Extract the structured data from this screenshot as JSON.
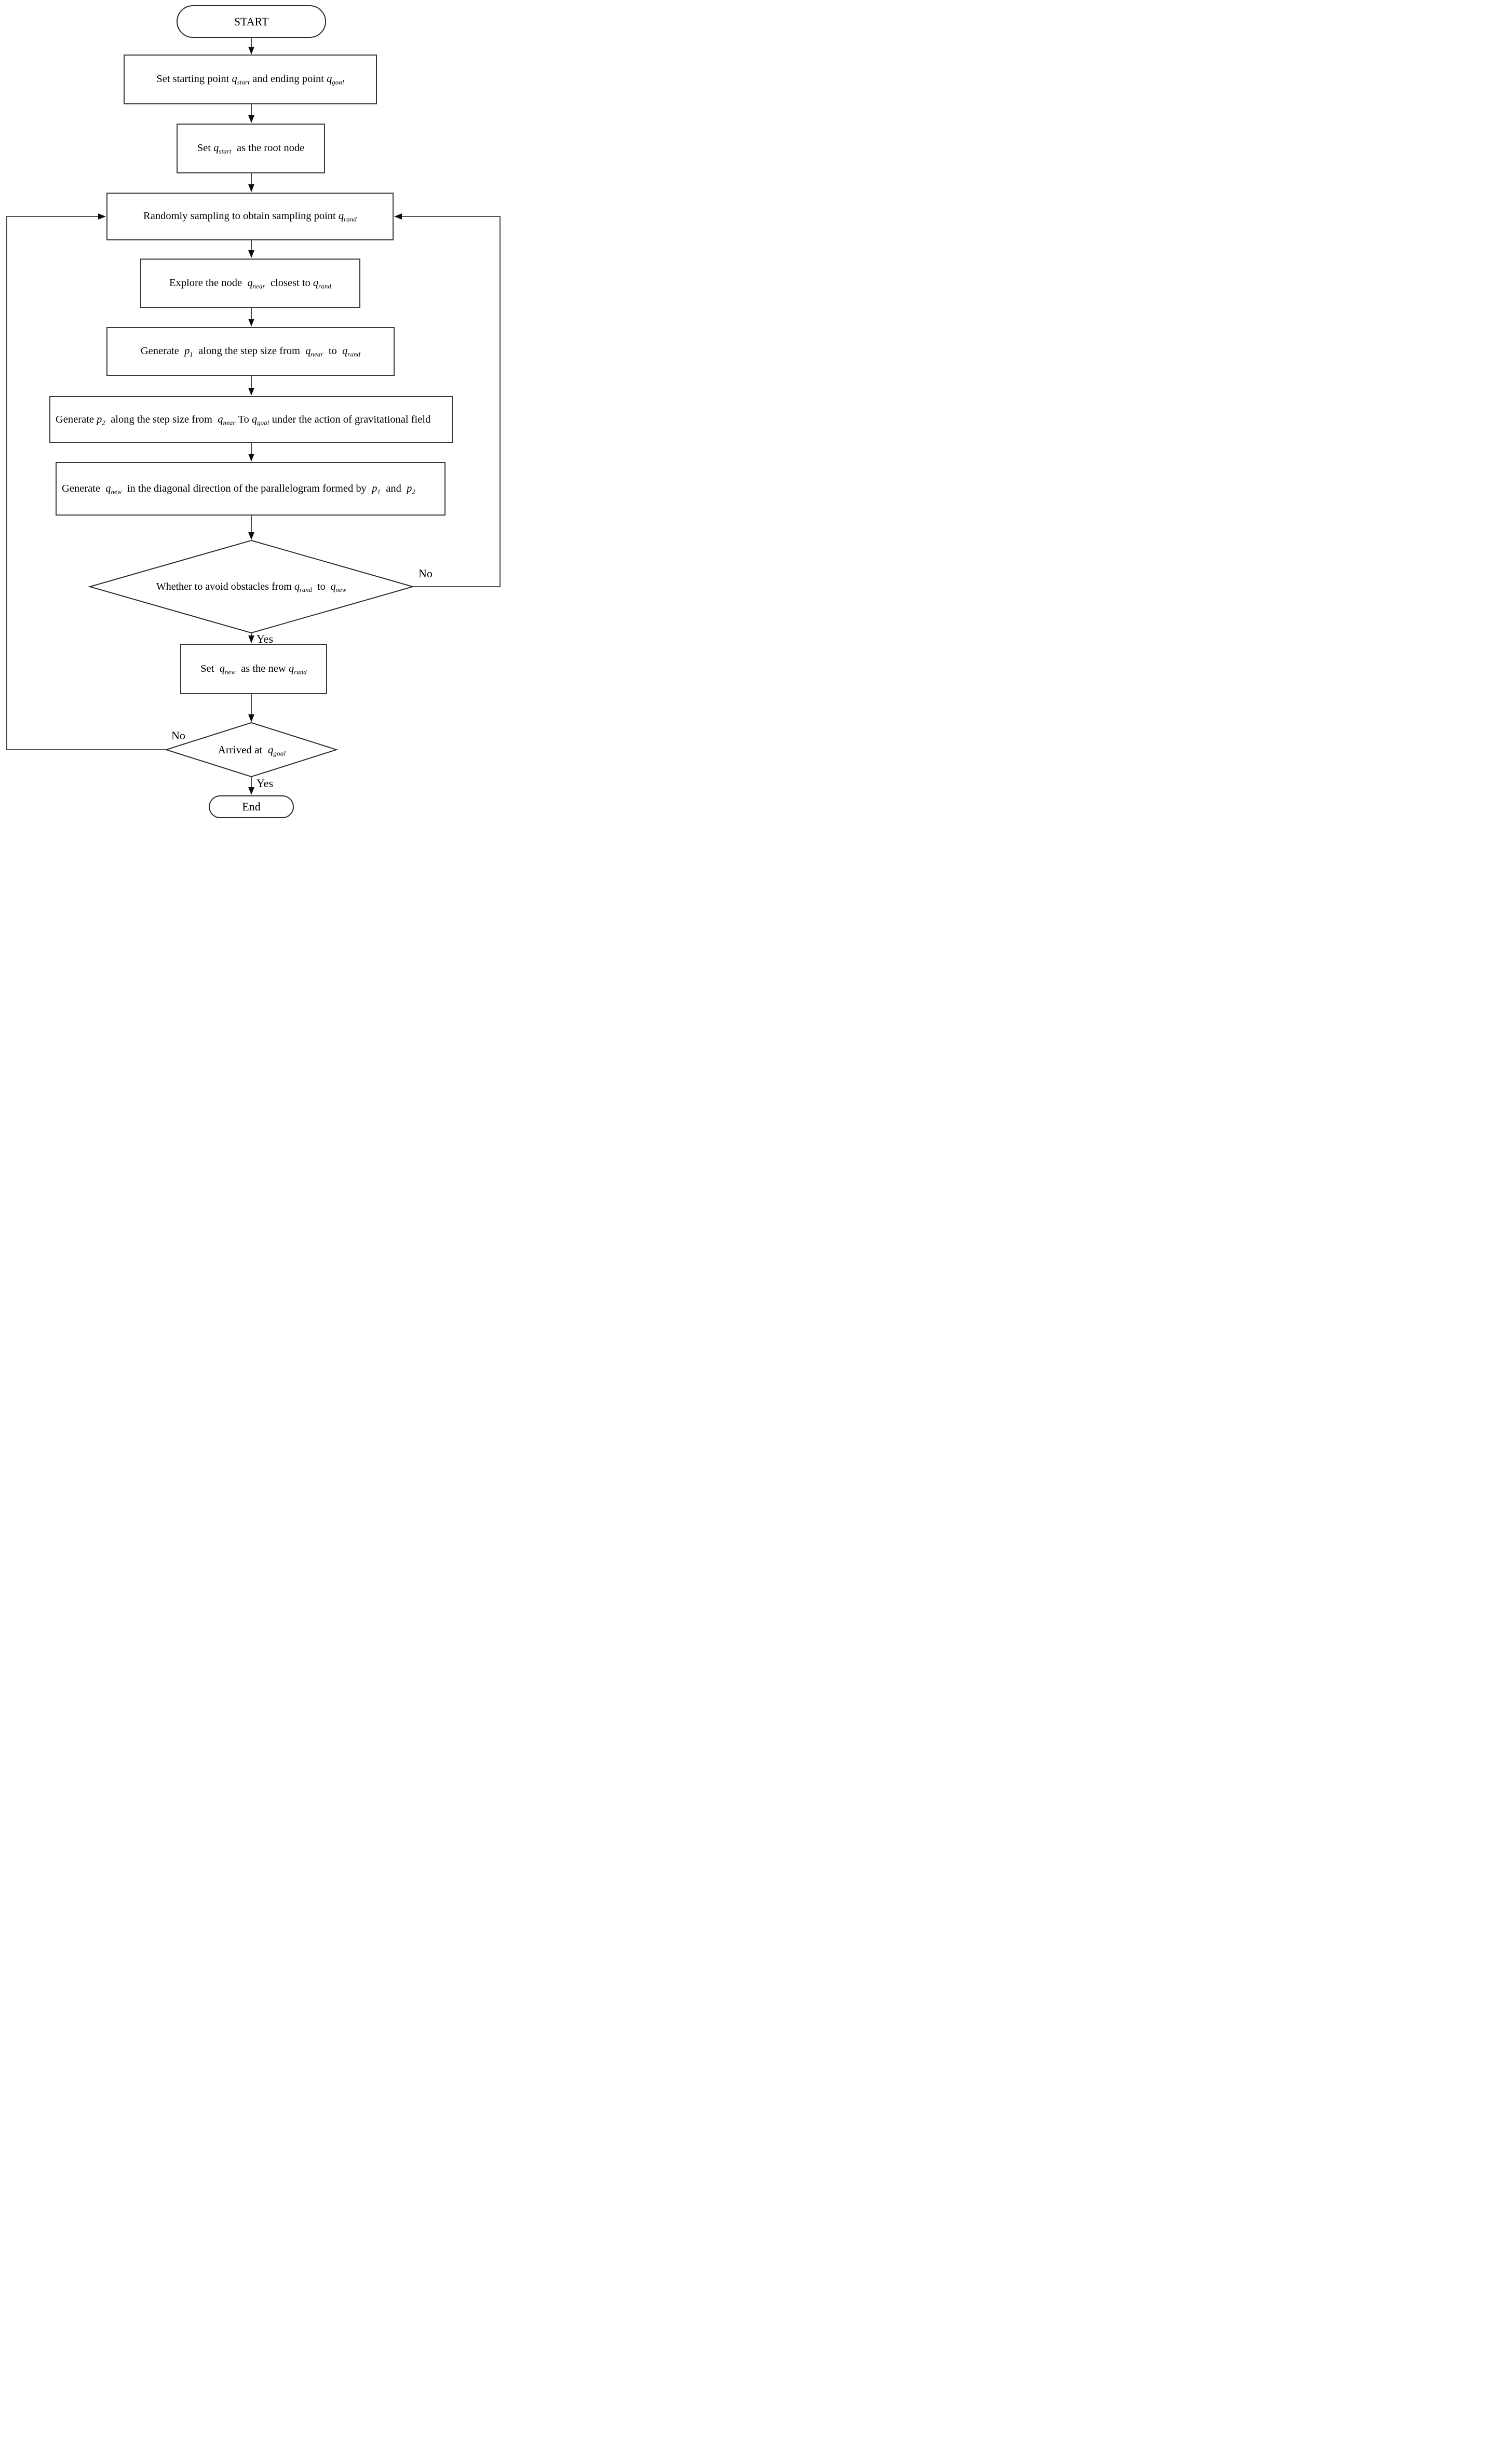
{
  "flowchart": {
    "title": "RRT path planning flowchart",
    "colors": {
      "background": "#ffffff",
      "line": "#1c1c1c",
      "border": "#383838",
      "text": "#000000"
    },
    "nodes": {
      "start": {
        "type": "terminator",
        "label": [
          {
            "t": "START"
          }
        ]
      },
      "set_points": {
        "type": "process",
        "label": [
          {
            "t": "Set starting point "
          },
          {
            "i": "q",
            "sub": "start"
          },
          {
            "t": " and ending point "
          },
          {
            "i": "q",
            "sub": "goal"
          }
        ]
      },
      "set_root": {
        "type": "process",
        "label": [
          {
            "t": "Set "
          },
          {
            "i": "q",
            "sub": "start"
          },
          {
            "t": "  as the root node"
          }
        ]
      },
      "random_sampling": {
        "type": "process",
        "label": [
          {
            "t": "Randomly sampling to obtain sampling point "
          },
          {
            "i": "q",
            "sub": "rand"
          }
        ]
      },
      "explore_node": {
        "type": "process",
        "label": [
          {
            "t": "Explore the node  "
          },
          {
            "i": "q",
            "sub": "near"
          },
          {
            "t": "  closest to "
          },
          {
            "i": "q",
            "sub": "rand"
          }
        ]
      },
      "generate_p1": {
        "type": "process",
        "label": [
          {
            "t": "Generate  "
          },
          {
            "i": "p",
            "sub": "1"
          },
          {
            "t": "  along the step size from  "
          },
          {
            "i": "q",
            "sub": "near"
          },
          {
            "t": "  to  "
          },
          {
            "i": "q",
            "sub": "rand"
          }
        ]
      },
      "generate_p2": {
        "type": "process",
        "label": [
          {
            "t": "Generate "
          },
          {
            "i": "p",
            "sub": "2"
          },
          {
            "t": "  along the step size from  "
          },
          {
            "i": "q",
            "sub": "near"
          },
          {
            "t": " To "
          },
          {
            "i": "q",
            "sub": "goal"
          },
          {
            "t": " under the action of gravitational field"
          }
        ]
      },
      "generate_qnew": {
        "type": "process",
        "label": [
          {
            "t": "Generate  "
          },
          {
            "i": "q",
            "sub": "new"
          },
          {
            "t": "  in the diagonal direction of the parallelogram formed by  "
          },
          {
            "i": "p",
            "sub": "1"
          },
          {
            "t": "  and  "
          },
          {
            "i": "p",
            "sub": "2"
          }
        ]
      },
      "avoid_obstacles": {
        "type": "decision",
        "label": [
          {
            "t": "Whether to avoid obstacles from "
          },
          {
            "i": "q",
            "sub": "rand"
          },
          {
            "t": "  to  "
          },
          {
            "i": "q",
            "sub": "new"
          }
        ]
      },
      "set_new_qrand": {
        "type": "process",
        "label": [
          {
            "t": "Set  "
          },
          {
            "i": "q",
            "sub": "new"
          },
          {
            "t": "  as the new "
          },
          {
            "i": "q",
            "sub": "rand"
          }
        ]
      },
      "arrived": {
        "type": "decision",
        "label": [
          {
            "t": "Arrived at  "
          },
          {
            "i": "q",
            "sub": "goal"
          }
        ]
      },
      "end": {
        "type": "terminator",
        "label": [
          {
            "t": "End"
          }
        ]
      }
    },
    "edge_labels": {
      "avoid_no": "No",
      "avoid_yes": "Yes",
      "arrived_no": "No",
      "arrived_yes": "Yes"
    },
    "edges": [
      {
        "from": "start",
        "to": "set_points",
        "label": ""
      },
      {
        "from": "set_points",
        "to": "set_root",
        "label": ""
      },
      {
        "from": "set_root",
        "to": "random_sampling",
        "label": ""
      },
      {
        "from": "random_sampling",
        "to": "explore_node",
        "label": ""
      },
      {
        "from": "explore_node",
        "to": "generate_p1",
        "label": ""
      },
      {
        "from": "generate_p1",
        "to": "generate_p2",
        "label": ""
      },
      {
        "from": "generate_p2",
        "to": "generate_qnew",
        "label": ""
      },
      {
        "from": "generate_qnew",
        "to": "avoid_obstacles",
        "label": ""
      },
      {
        "from": "avoid_obstacles",
        "to": "random_sampling",
        "label": "No"
      },
      {
        "from": "avoid_obstacles",
        "to": "set_new_qrand",
        "label": "Yes"
      },
      {
        "from": "set_new_qrand",
        "to": "arrived",
        "label": ""
      },
      {
        "from": "arrived",
        "to": "random_sampling",
        "label": "No"
      },
      {
        "from": "arrived",
        "to": "end",
        "label": "Yes"
      }
    ]
  }
}
